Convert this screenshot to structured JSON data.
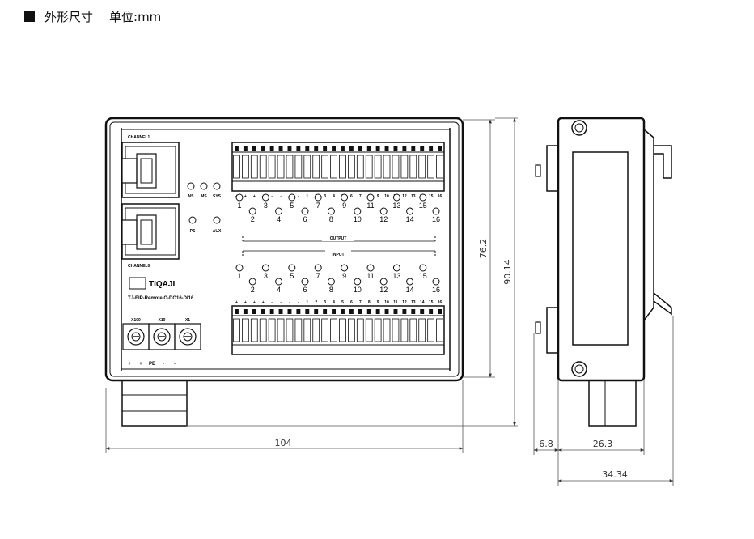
{
  "header": {
    "title": "外形尺寸",
    "unit": "单位:mm"
  },
  "device": {
    "channel1": "CHANNEL1",
    "channel0": "CHANNEL0",
    "logo": "TIQAJI",
    "model": "TJ-EIP-RemoteIO-DO16-DI16",
    "leds_top": [
      "NS",
      "MS",
      "SYS"
    ],
    "leds_bottom": [
      "PS",
      "AUX"
    ],
    "switch_labels": [
      "X100",
      "X10",
      "X1"
    ],
    "power_labels": [
      "+",
      "+",
      "PE",
      "-",
      "-"
    ],
    "output_label": "OUTPUT",
    "input_label": "INPUT",
    "output_term_labels": [
      "+",
      "+",
      "+",
      "+",
      "-",
      "-",
      "-",
      "-",
      "1",
      "2",
      "3",
      "4",
      "5",
      "6",
      "7",
      "8",
      "9",
      "10",
      "11",
      "12",
      "13",
      "14",
      "15",
      "16"
    ],
    "input_term_labels": [
      "+",
      "+",
      "+",
      "+",
      "-",
      "-",
      "-",
      "-",
      "1",
      "2",
      "3",
      "4",
      "5",
      "6",
      "7",
      "8",
      "9",
      "10",
      "11",
      "12",
      "13",
      "14",
      "15",
      "16"
    ],
    "output_led_numbers": [
      "1",
      "2",
      "3",
      "4",
      "5",
      "6",
      "7",
      "8",
      "9",
      "10",
      "11",
      "12",
      "13",
      "14",
      "15",
      "16"
    ],
    "input_led_numbers": [
      "1",
      "2",
      "3",
      "4",
      "5",
      "6",
      "7",
      "8",
      "9",
      "10",
      "11",
      "12",
      "13",
      "14",
      "15",
      "16"
    ]
  },
  "dimensions": {
    "width": "104",
    "height_outer": "90.14",
    "height_inner": "76.2",
    "side_small": "6.8",
    "side_mid": "26.3",
    "side_total": "34.34"
  }
}
